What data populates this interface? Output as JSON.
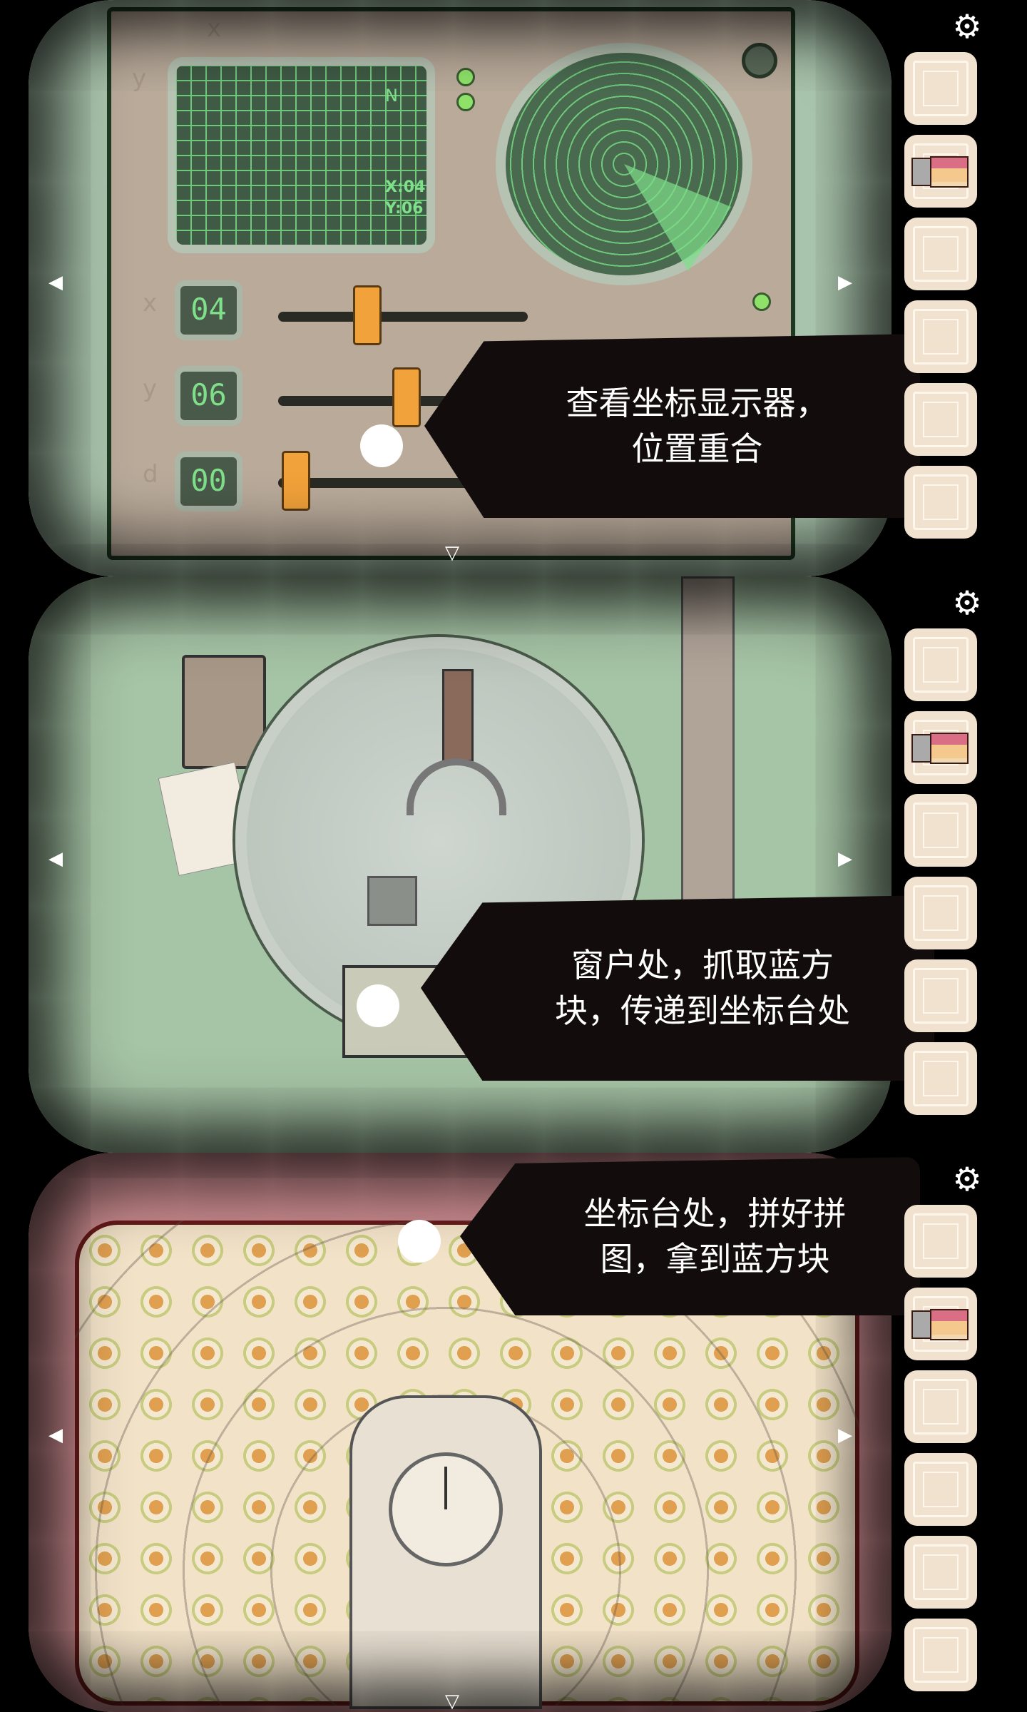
{
  "panels": [
    {
      "scene": "coordinate-panel",
      "device": {
        "axis_x": "x",
        "axis_y": "y",
        "axis_d": "d",
        "north": "N",
        "readout_x": "X:04",
        "readout_y": "Y:06",
        "counter_x": "04",
        "counter_y": "06",
        "counter_d": "00"
      },
      "hint": {
        "line1": "查看坐标显示器，",
        "line2": "位置重合"
      }
    },
    {
      "scene": "porthole-window",
      "hint": {
        "line1": "窗户处，抓取蓝方",
        "line2": "块，传递到坐标台处"
      }
    },
    {
      "scene": "clock-room",
      "hint": {
        "line1": "坐标台处，拼好拼",
        "line2": "图，拿到蓝方块"
      }
    }
  ],
  "inventory": {
    "settings_icon": "gear-icon",
    "slots": [
      "empty",
      "matchbox",
      "empty",
      "empty",
      "empty",
      "empty"
    ]
  },
  "colors": {
    "wall_green": "#a9c4ac",
    "panel_beige": "#b9aa9a",
    "screen_green": "#7fe08a",
    "knob_orange": "#f2a23a",
    "slot": "#f1e1cf",
    "room_pink": "#c98a8e"
  }
}
